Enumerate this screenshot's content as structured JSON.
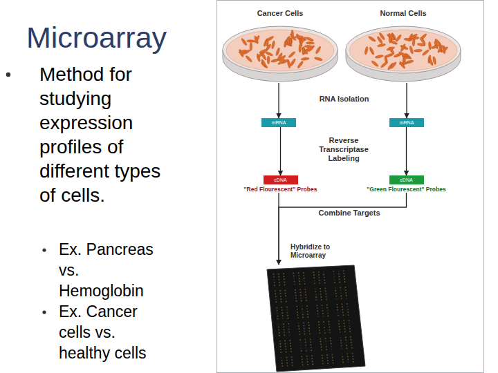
{
  "diagram": {
    "title": "Microarray",
    "nodes": [
      {
        "text": [
          "Cancer Cells"
        ]
      },
      {
        "text": [
          "Normal Cells"
        ]
      },
      {
        "text": [
          "mRNA"
        ]
      },
      {
        "text": [
          "mRNA"
        ]
      },
      {
        "text": [
          "cDNA",
          "\"Red Flourescent\" Probes"
        ]
      },
      {
        "text": [
          "cDNA",
          "\"Green Flourescent\" Probes"
        ]
      },
      {
        "text": [
          "Hybridize to Microarray"
        ]
      }
    ],
    "edges": [
      {
        "from": 0,
        "to": 2,
        "arrow": "to"
      },
      {
        "from": 1,
        "to": 3,
        "arrow": "to"
      },
      {
        "from": 2,
        "to": 4,
        "arrow": "to"
      },
      {
        "from": 3,
        "to": 5,
        "arrow": "to"
      },
      {
        "from": 4,
        "to": 6,
        "arrow": "to"
      },
      {
        "from": 5,
        "to": 6,
        "arrow": "to"
      }
    ],
    "labels": [
      "Method for studying expression profiles of different types of cells.",
      "Ex. Pancreas vs. Hemoglobin",
      "Ex. Cancer cells vs. healthy cells",
      "RNA Isolation",
      "Reverse Transcriptase Labeling",
      "Combine Targets"
    ]
  }
}
